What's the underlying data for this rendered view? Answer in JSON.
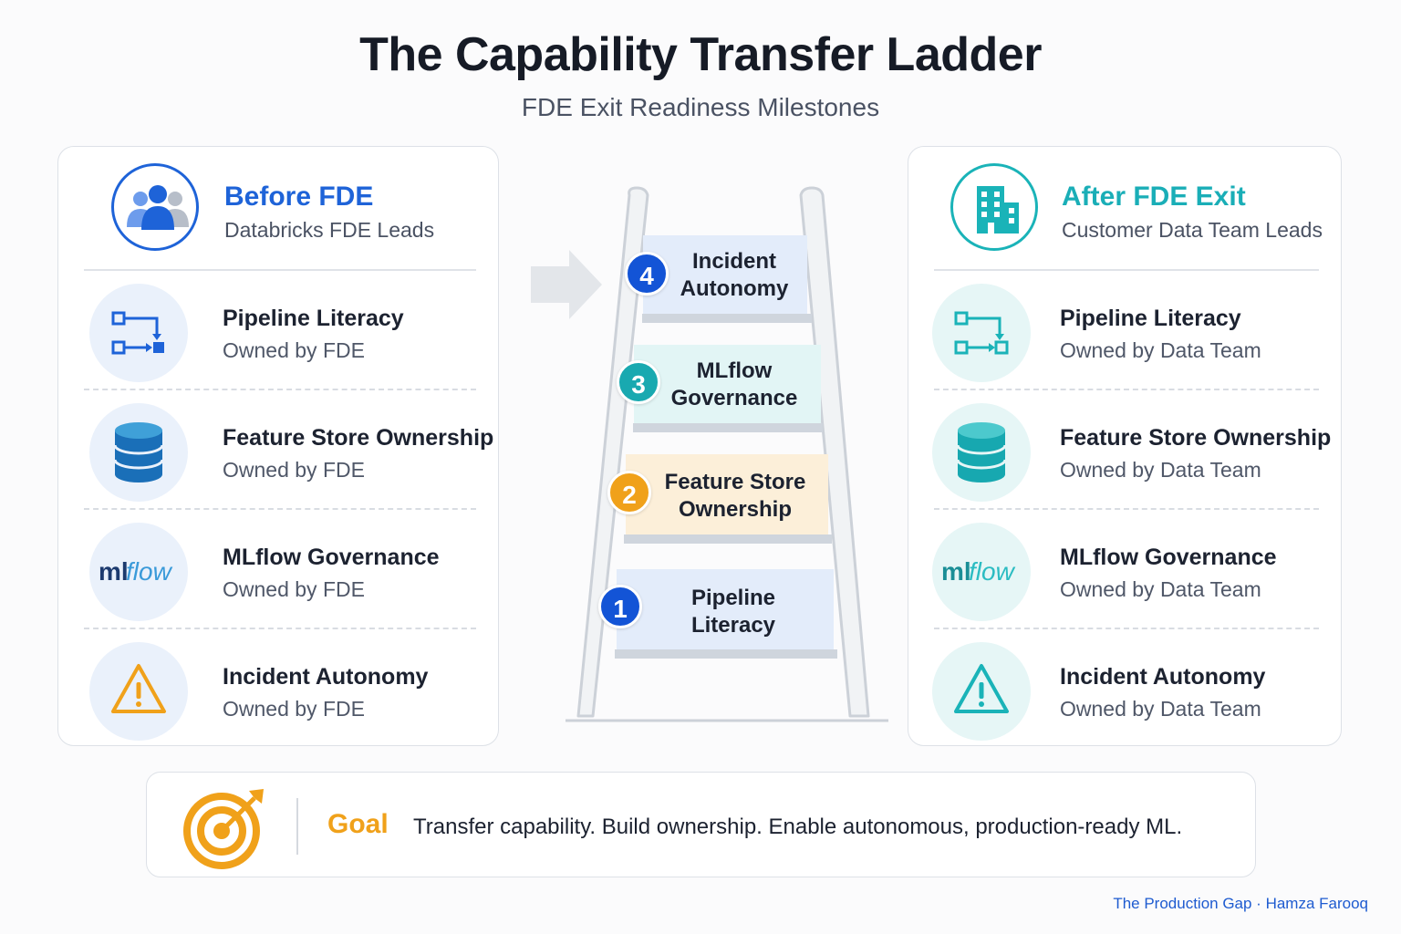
{
  "header": {
    "title": "The Capability Transfer Ladder",
    "subtitle": "FDE Exit Readiness Milestones"
  },
  "before": {
    "title": "Before FDE",
    "subtitle": "Databricks FDE Leads",
    "icon": "team-icon",
    "accent": "#1e63d8",
    "items": [
      {
        "title": "Pipeline Literacy",
        "owner": "Owned by FDE",
        "icon": "pipeline-icon"
      },
      {
        "title": "Feature Store Ownership",
        "owner": "Owned by FDE",
        "icon": "database-icon"
      },
      {
        "title": "MLflow Governance",
        "owner": "Owned by FDE",
        "icon": "mlflow-logo-icon",
        "logo_text": "mlflow"
      },
      {
        "title": "Incident Autonomy",
        "owner": "Owned by FDE",
        "icon": "warning-icon"
      }
    ]
  },
  "after": {
    "title": "After FDE Exit",
    "subtitle": "Customer Data Team Leads",
    "icon": "building-icon",
    "accent": "#1aaeb7",
    "items": [
      {
        "title": "Pipeline Literacy",
        "owner": "Owned by Data Team",
        "icon": "pipeline-icon"
      },
      {
        "title": "Feature Store Ownership",
        "owner": "Owned by Data Team",
        "icon": "database-icon"
      },
      {
        "title": "MLflow Governance",
        "owner": "Owned by Data Team",
        "icon": "mlflow-logo-icon",
        "logo_text": "mlflow"
      },
      {
        "title": "Incident Autonomy",
        "owner": "Owned by Data Team",
        "icon": "warning-icon"
      }
    ]
  },
  "ladder": {
    "steps": [
      {
        "number": "4",
        "label_line1": "Incident",
        "label_line2": "Autonomy",
        "badge_color": "#1354d6",
        "fill": "#e3ecfa"
      },
      {
        "number": "3",
        "label_line1": "MLflow",
        "label_line2": "Governance",
        "badge_color": "#19a9b0",
        "fill": "#e2f5f5"
      },
      {
        "number": "2",
        "label_line1": "Feature Store",
        "label_line2": "Ownership",
        "badge_color": "#f0a11a",
        "fill": "#fcefd9"
      },
      {
        "number": "1",
        "label_line1": "Pipeline",
        "label_line2": "Literacy",
        "badge_color": "#1354d6",
        "fill": "#e3ecfa"
      }
    ]
  },
  "goal": {
    "label": "Goal",
    "text": "Transfer capability. Build ownership. Enable autonomous, production-ready ML.",
    "icon": "target-icon",
    "accent": "#f0a11a"
  },
  "footer": {
    "text": "The Production Gap · Hamza Farooq"
  }
}
